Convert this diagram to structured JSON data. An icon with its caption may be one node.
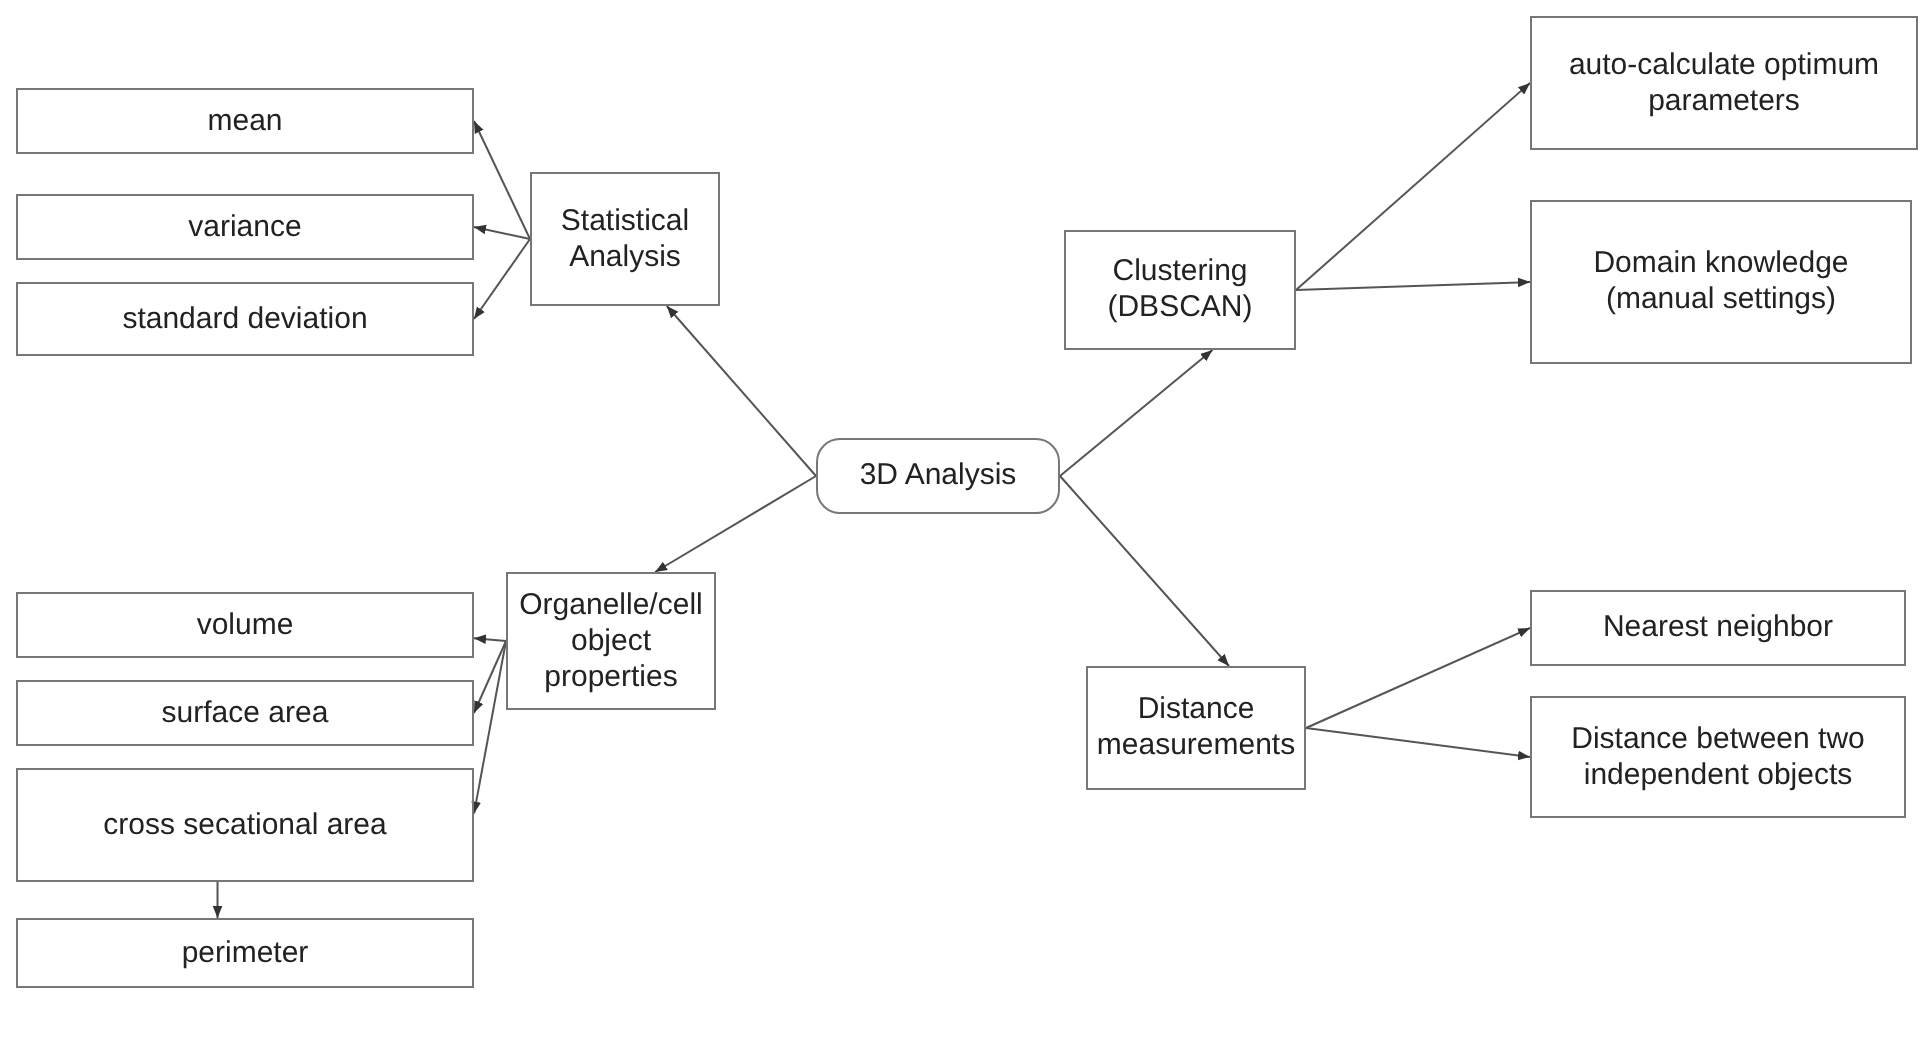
{
  "diagram": {
    "nodes": [
      {
        "text": [
          "mean"
        ]
      },
      {
        "text": [
          "auto-calculate optimum parameters"
        ]
      },
      {
        "text": [
          "variance"
        ]
      },
      {
        "text": [
          "Statistical Analysis"
        ]
      },
      {
        "text": [
          "Clustering (DBSCAN)"
        ]
      },
      {
        "text": [
          "Domain knowledge (manual settings)"
        ]
      },
      {
        "text": [
          "standard deviation"
        ]
      },
      {
        "text": [
          "3D Analysis"
        ]
      },
      {
        "text": [
          "volume"
        ]
      },
      {
        "text": [
          "Organelle/cell object properties"
        ]
      },
      {
        "text": [
          "Nearest neighbor"
        ]
      },
      {
        "text": [
          "surface area"
        ]
      },
      {
        "text": [
          "Distance measurements"
        ]
      },
      {
        "text": [
          "Distance between two independent objects"
        ]
      },
      {
        "text": [
          "cross secational area"
        ]
      },
      {
        "text": [
          "perimeter"
        ]
      }
    ],
    "edges": [
      {
        "from": 7,
        "to": 3,
        "arrow": "to"
      },
      {
        "from": 7,
        "to": 4,
        "arrow": "to"
      },
      {
        "from": 7,
        "to": 9,
        "arrow": "to"
      },
      {
        "from": 7,
        "to": 12,
        "arrow": "to"
      },
      {
        "from": 3,
        "to": 0,
        "arrow": "to"
      },
      {
        "from": 3,
        "to": 2,
        "arrow": "to"
      },
      {
        "from": 3,
        "to": 6,
        "arrow": "to"
      },
      {
        "from": 4,
        "to": 1,
        "arrow": "to"
      },
      {
        "from": 4,
        "to": 5,
        "arrow": "to"
      },
      {
        "from": 9,
        "to": 8,
        "arrow": "to"
      },
      {
        "from": 9,
        "to": 11,
        "arrow": "to"
      },
      {
        "from": 9,
        "to": 14,
        "arrow": "to"
      },
      {
        "from": 12,
        "to": 10,
        "arrow": "to"
      },
      {
        "from": 12,
        "to": 13,
        "arrow": "to"
      },
      {
        "from": 14,
        "to": 15,
        "arrow": "to"
      }
    ]
  }
}
